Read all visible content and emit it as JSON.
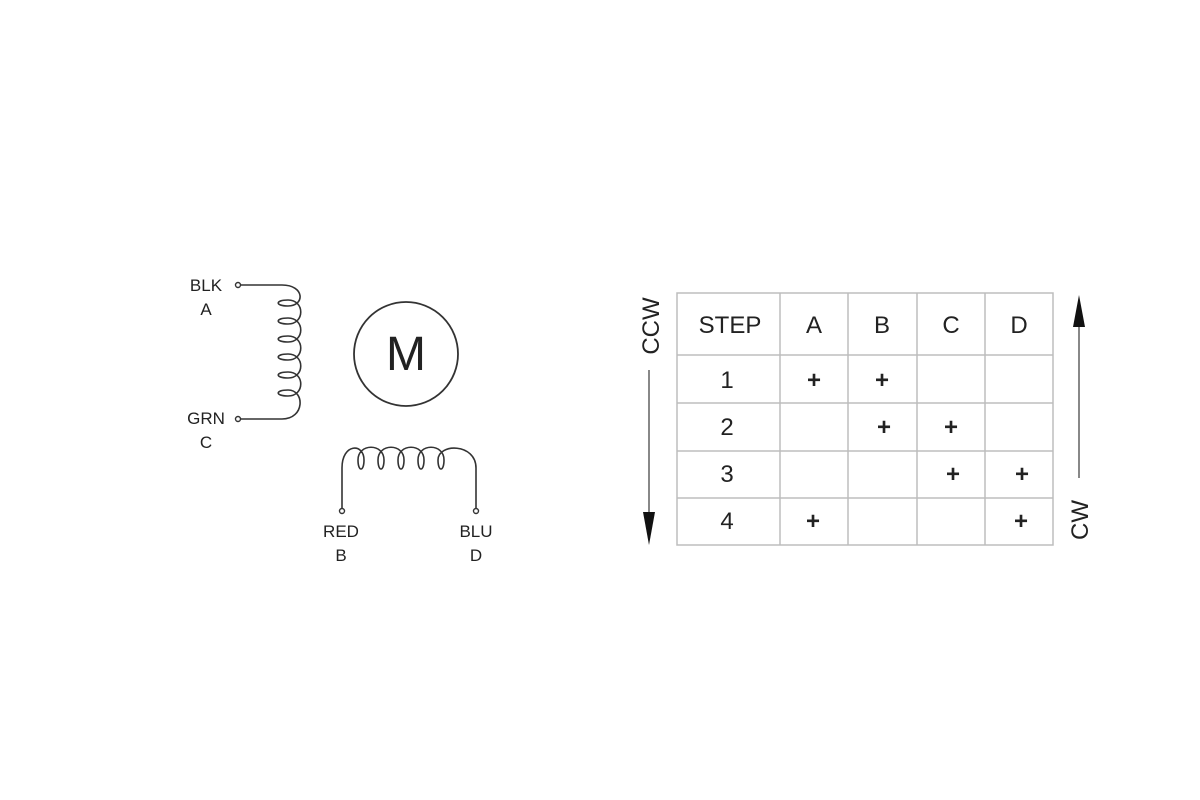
{
  "motor": {
    "label": "M"
  },
  "wires": {
    "a": {
      "color": "BLK",
      "terminal": "A"
    },
    "c": {
      "color": "GRN",
      "terminal": "C"
    },
    "b": {
      "color": "RED",
      "terminal": "B"
    },
    "d": {
      "color": "BLU",
      "terminal": "D"
    }
  },
  "sequence_table": {
    "headers": [
      "STEP",
      "A",
      "B",
      "C",
      "D"
    ],
    "rows": [
      {
        "step": "1",
        "a": "+",
        "b": "+",
        "c": "",
        "d": ""
      },
      {
        "step": "2",
        "a": "",
        "b": "+",
        "c": "+",
        "d": ""
      },
      {
        "step": "3",
        "a": "",
        "b": "",
        "c": "+",
        "d": "+"
      },
      {
        "step": "4",
        "a": "+",
        "b": "",
        "c": "",
        "d": "+"
      }
    ]
  },
  "direction": {
    "ccw": "CCW",
    "cw": "CW"
  }
}
